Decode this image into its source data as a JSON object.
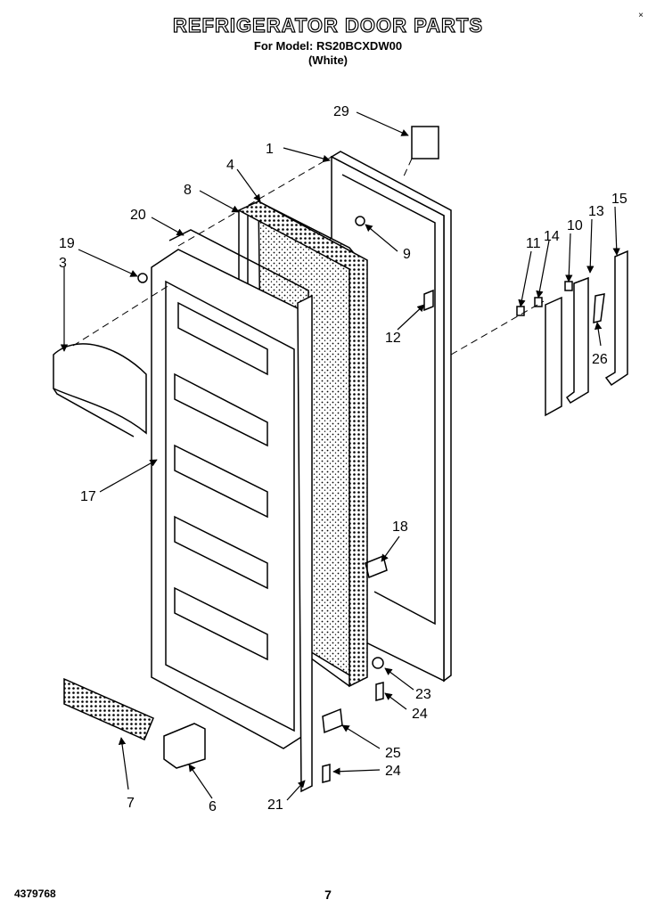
{
  "header": {
    "title": "REFRIGERATOR DOOR PARTS",
    "model_line": "For Model: RS20BCXDW00",
    "color_line": "(White)",
    "corner_mark": "×"
  },
  "footer": {
    "part_number": "4379768",
    "page_number": "7"
  },
  "callouts": [
    "29",
    "1",
    "4",
    "8",
    "20",
    "19",
    "3",
    "9",
    "12",
    "17",
    "18",
    "23",
    "24",
    "25",
    "24",
    "21",
    "7",
    "6",
    "11",
    "14",
    "10",
    "13",
    "15",
    "26"
  ]
}
